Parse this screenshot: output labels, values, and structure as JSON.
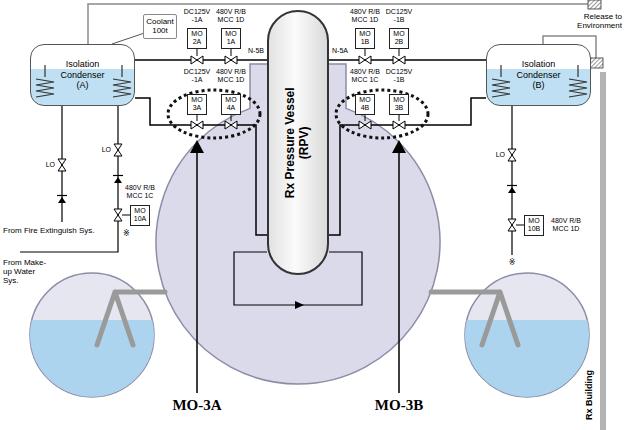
{
  "diagram": {
    "nodes": [
      {
        "text": [
          "Coolant 100t"
        ]
      },
      {
        "text": [
          "MO 2A"
        ]
      },
      {
        "text": [
          "MO 1A"
        ]
      },
      {
        "text": [
          "MO 1B"
        ]
      },
      {
        "text": [
          "MO 2B"
        ]
      },
      {
        "text": [
          "Isolation Condenser (A)"
        ]
      },
      {
        "text": [
          "Rx Pressure Vessel (RPV)"
        ]
      },
      {
        "text": [
          "Isolation Condenser (B)"
        ]
      },
      {
        "text": [
          "MO 3A"
        ]
      },
      {
        "text": [
          "MO 4A"
        ]
      },
      {
        "text": [
          "MO 4B"
        ]
      },
      {
        "text": [
          "MO 3B"
        ]
      },
      {
        "text": [
          "MO 10A"
        ]
      },
      {
        "text": [
          "MO 10B"
        ]
      }
    ],
    "edges": [
      {
        "from": 0,
        "to": 5,
        "arrow": "none"
      },
      {
        "from": 6,
        "to": 5,
        "arrow": "none"
      },
      {
        "from": 6,
        "to": 7,
        "arrow": "none"
      },
      {
        "from": 5,
        "to": 6,
        "arrow": "none"
      },
      {
        "from": 7,
        "to": 6,
        "arrow": "none"
      }
    ],
    "labels": [
      "Release to Environment",
      "DC125V -1A",
      "480V R/B MCC 1D",
      "480V R/B MCC 1D",
      "DC125V -1B",
      "N-5B",
      "N-5A",
      "DC125V -1A",
      "480V R/B MCC 1D",
      "480V R/B MCC 1C",
      "DC125V -1B",
      "LO",
      "LO",
      "480V R/B MCC 1C",
      "※",
      "From Fire Extinguish Sys.",
      "From Make-up Water Sys.",
      "LO",
      "480V R/B MCC 1D",
      "※",
      "Rx Building",
      "MO-3A",
      "MO-3B"
    ]
  }
}
